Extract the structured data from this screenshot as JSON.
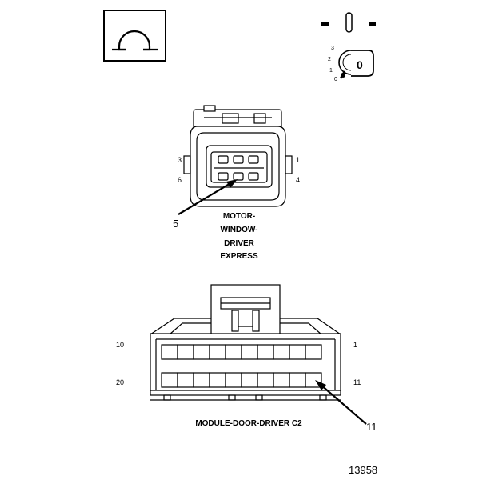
{
  "ohm_symbol": "Ω",
  "ignition_key": {
    "positions": [
      "3",
      "2",
      "1",
      "0"
    ],
    "key_label": "0"
  },
  "connector_top": {
    "pins": {
      "p3": "3",
      "p1": "1",
      "p6": "6",
      "p4": "4"
    },
    "callout": "5",
    "name_lines": [
      "MOTOR-",
      "WINDOW-",
      "DRIVER",
      "EXPRESS"
    ]
  },
  "connector_bottom": {
    "pins": {
      "p10": "10",
      "p1": "1",
      "p20": "20",
      "p11": "11"
    },
    "callout": "11",
    "name": "MODULE-DOOR-DRIVER C2"
  },
  "figure_number": "13958"
}
